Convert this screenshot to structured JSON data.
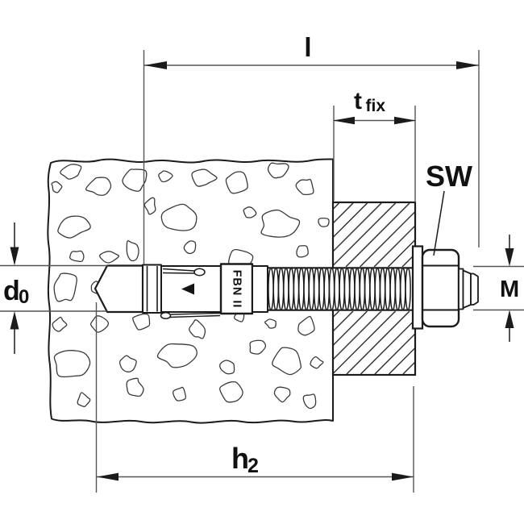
{
  "diagram": {
    "subject": "bolt-anchor-installation-cross-section",
    "product_marking": "FBN II",
    "dimensions": {
      "overall_length": {
        "label": "l"
      },
      "fixture_thickness": {
        "label": "t",
        "subscript": "fix"
      },
      "wrench_size": {
        "label": "SW"
      },
      "drill_hole_diameter": {
        "label": "d",
        "subscript": "0"
      },
      "thread_diameter": {
        "label": "M"
      },
      "anchorage_depth": {
        "label": "h",
        "subscript": "2"
      }
    },
    "colors": {
      "object_line": "#1b1b1b",
      "dimension_line": "#555555",
      "aggregate_line": "#3a3a3a",
      "hatch_line": "#333333",
      "background": "#ffffff"
    }
  }
}
